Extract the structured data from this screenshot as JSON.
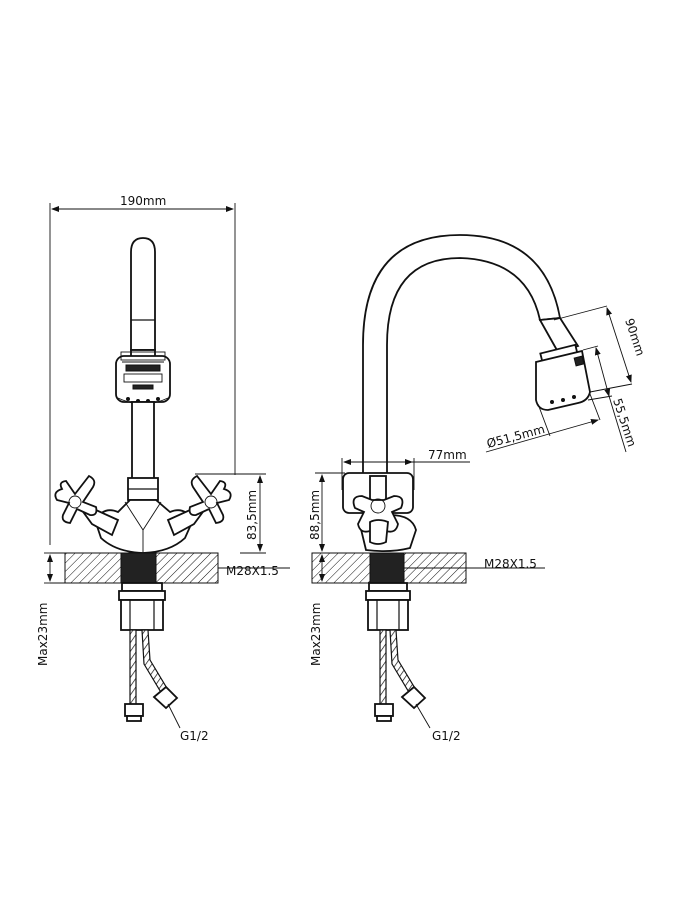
{
  "front_view": {
    "width_dim": "190mm",
    "height_dim": "83,5mm",
    "thread_label": "M28X1.5",
    "max_label": "Max23mm",
    "hose_label": "G1/2"
  },
  "side_view": {
    "reach_dim": "77mm",
    "height_dim": "88,5mm",
    "aerator_height_dim": "90mm",
    "aerator_len_dim": "55,5mm",
    "diameter_dim": "Ø51,5mm",
    "thread_label": "M28X1.5",
    "max_label": "Max23mm",
    "hose_label": "G1/2"
  }
}
